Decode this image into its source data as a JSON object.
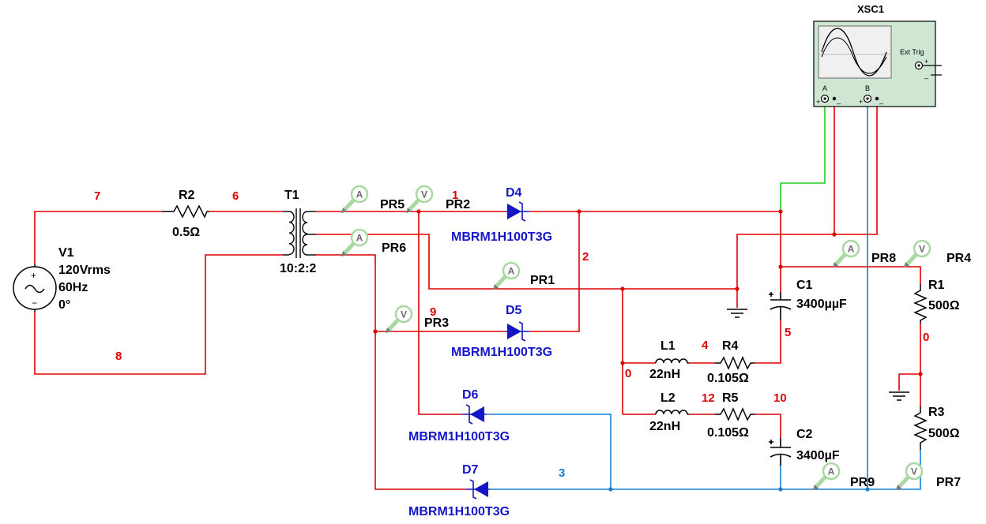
{
  "components": {
    "V1": {
      "name": "V1",
      "voltage": "120Vrms",
      "freq": "60Hz",
      "phase": "0°"
    },
    "R2": {
      "name": "R2",
      "value": "0.5Ω"
    },
    "T1": {
      "name": "T1",
      "ratio": "10:2:2"
    },
    "D4": {
      "name": "D4",
      "part": "MBRM1H100T3G"
    },
    "D5": {
      "name": "D5",
      "part": "MBRM1H100T3G"
    },
    "D6": {
      "name": "D6",
      "part": "MBRM1H100T3G"
    },
    "D7": {
      "name": "D7",
      "part": "MBRM1H100T3G"
    },
    "C1": {
      "name": "C1",
      "value": "3400µµF"
    },
    "C2": {
      "name": "C2",
      "value": "3400µF"
    },
    "L1": {
      "name": "L1",
      "value": "22nH"
    },
    "L2": {
      "name": "L2",
      "value": "22nH"
    },
    "R4": {
      "name": "R4",
      "value": "0.105Ω"
    },
    "R5": {
      "name": "R5",
      "value": "0.105Ω"
    },
    "R1": {
      "name": "R1",
      "value": "500Ω"
    },
    "R3": {
      "name": "R3",
      "value": "500Ω"
    },
    "XSC1": {
      "name": "XSC1",
      "ext_trig": "Ext Trig",
      "channel_a": "A",
      "channel_b": "B",
      "plus": "+",
      "minus": "_"
    }
  },
  "probes": {
    "PR1": "PR1",
    "PR2": "PR2",
    "PR3": "PR3",
    "PR4": "PR4",
    "PR5": "PR5",
    "PR6": "PR6",
    "PR7": "PR7",
    "PR8": "PR8",
    "PR9": "PR9",
    "ammeter_letter": "A",
    "voltmeter_letter": "V"
  },
  "nets": {
    "n7": "7",
    "n6": "6",
    "n8": "8",
    "n1": "1",
    "n2": "2",
    "n9": "9",
    "n4": "4",
    "n5": "5",
    "n0a": "0",
    "n0b": "0",
    "n12": "12",
    "n10": "10",
    "n3": "3"
  },
  "colors": {
    "wire_red": "#e00000",
    "wire_blue": "#1a7fd0",
    "wire_green": "#22cc22",
    "diode_blue": "#1515c8",
    "scope_body": "#cfe6d2",
    "probe_green": "#a9d8a2"
  }
}
